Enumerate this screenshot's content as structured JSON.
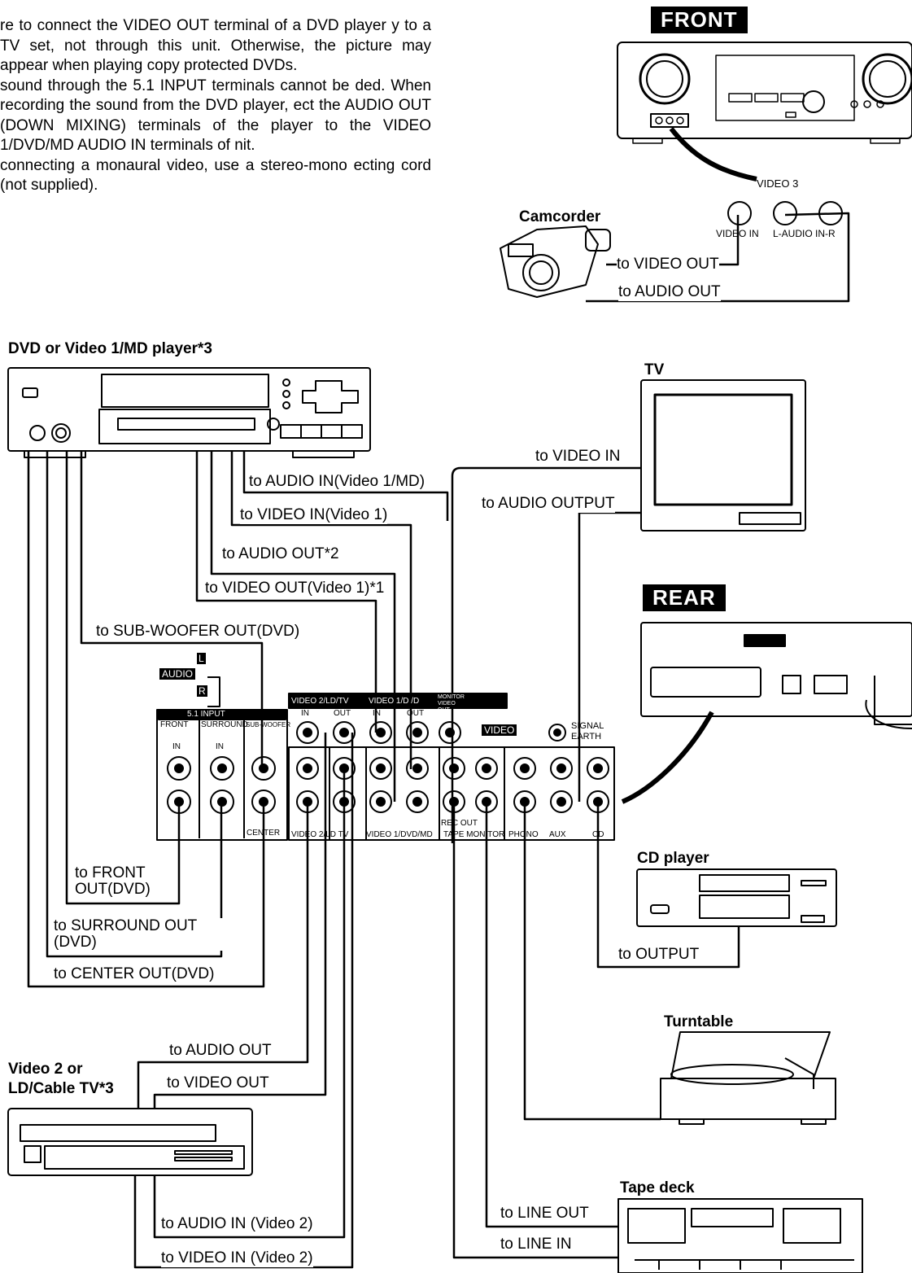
{
  "notes": [
    "re to connect the VIDEO OUT terminal of a DVD player y to a TV set, not through this unit. Otherwise, the picture may appear when playing copy protected DVDs.",
    "sound through the 5.1 INPUT terminals cannot be ded. When recording the sound from the DVD player, ect the AUDIO OUT (DOWN MIXING) terminals of the player to the VIDEO 1/DVD/MD AUDIO IN terminals of nit.",
    "connecting a monaural video, use a stereo-mono ecting cord (not supplied)."
  ],
  "badges": {
    "front": "FRONT",
    "rear": "REAR"
  },
  "devices": {
    "camcorder": "Camcorder",
    "dvd": "DVD or Video 1/MD player*3",
    "tv": "TV",
    "cd": "CD player",
    "turntable": "Turntable",
    "video2": "Video 2 or LD/Cable TV*3",
    "tape": "Tape deck"
  },
  "front_jacks": {
    "video3": "VIDEO 3",
    "video_in": "VIDEO IN",
    "audio_in": "L-AUDIO IN-R"
  },
  "cable_labels": {
    "cam_video_out": "to VIDEO OUT",
    "cam_audio_out": "to AUDIO OUT",
    "tv_video_in": "to VIDEO IN",
    "tv_audio_output": "to AUDIO OUTPUT",
    "dvd_audio_in": "to AUDIO IN(Video 1/MD)",
    "dvd_video_in": "to VIDEO IN(Video 1)",
    "dvd_audio_out": "to AUDIO OUT*2",
    "dvd_video_out": "to VIDEO OUT(Video 1)*1",
    "dvd_subwoofer": "to SUB-WOOFER OUT(DVD)",
    "dvd_front": "to FRONT OUT(DVD)",
    "dvd_surround": "to SURROUND OUT (DVD)",
    "dvd_center": "to CENTER OUT(DVD)",
    "cd_output": "to OUTPUT",
    "v2_audio_out": "to AUDIO OUT",
    "v2_video_out": "to VIDEO OUT",
    "v2_audio_in": "to AUDIO IN (Video 2)",
    "v2_video_in": "to VIDEO IN (Video 2)",
    "tape_line_out": "to LINE OUT",
    "tape_line_in": "to LINE IN"
  },
  "panel": {
    "audio": "AUDIO",
    "l": "L",
    "r": "R",
    "input51": "5.1 INPUT",
    "front": "FRONT",
    "surround": "SURROUND",
    "subwoofer": "SUB-WOOFER",
    "center": "CENTER",
    "in": "IN",
    "out": "OUT",
    "video2_top": "VIDEO 2/LD/TV",
    "video1_top": "VIDEO 1/D /D",
    "monitor": "MONITOR VIDEO OUT",
    "video_tag": "VIDEO",
    "signal": "SIGNAL",
    "earth": "EARTH",
    "rec_out": "REC OUT",
    "bottom": [
      "VIDEO 2/LD TV",
      "VIDEO 1/DVD/MD",
      "TAPE MONITOR",
      "PHONO",
      "AUX",
      "CD"
    ]
  }
}
